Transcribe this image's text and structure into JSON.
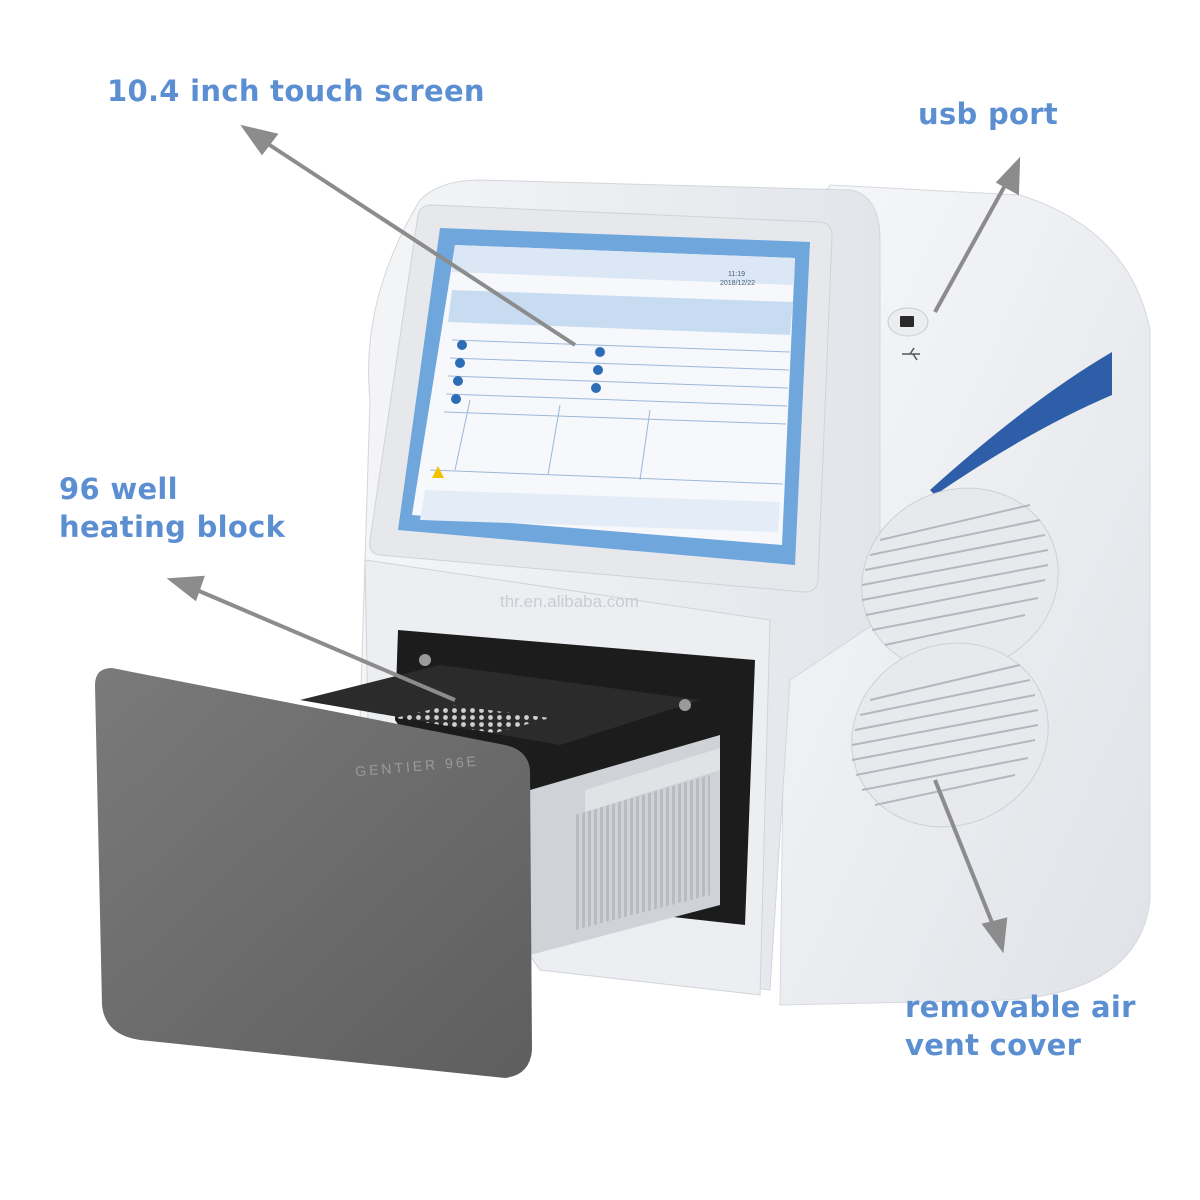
{
  "callouts": {
    "touch_screen": "10.4 inch touch screen",
    "usb_port": "usb port",
    "heating_block_line1": "96 well",
    "heating_block_line2": "heating block",
    "air_vent_line1": "removable air",
    "air_vent_line2": "vent cover"
  },
  "screen": {
    "clock_time": "11:19",
    "clock_date": "2018/12/22"
  },
  "brand_label": "GENTIER 96E",
  "watermark": "thr.en.alibaba.com",
  "colors": {
    "callout_text": "#5b8fd2",
    "arrow": "#8c8c8c",
    "device_body": "#eef0f3",
    "screen_bezel": "#6fa6dc",
    "door": "#6f6f6f",
    "accent_stripe": "#2f5ea8"
  }
}
